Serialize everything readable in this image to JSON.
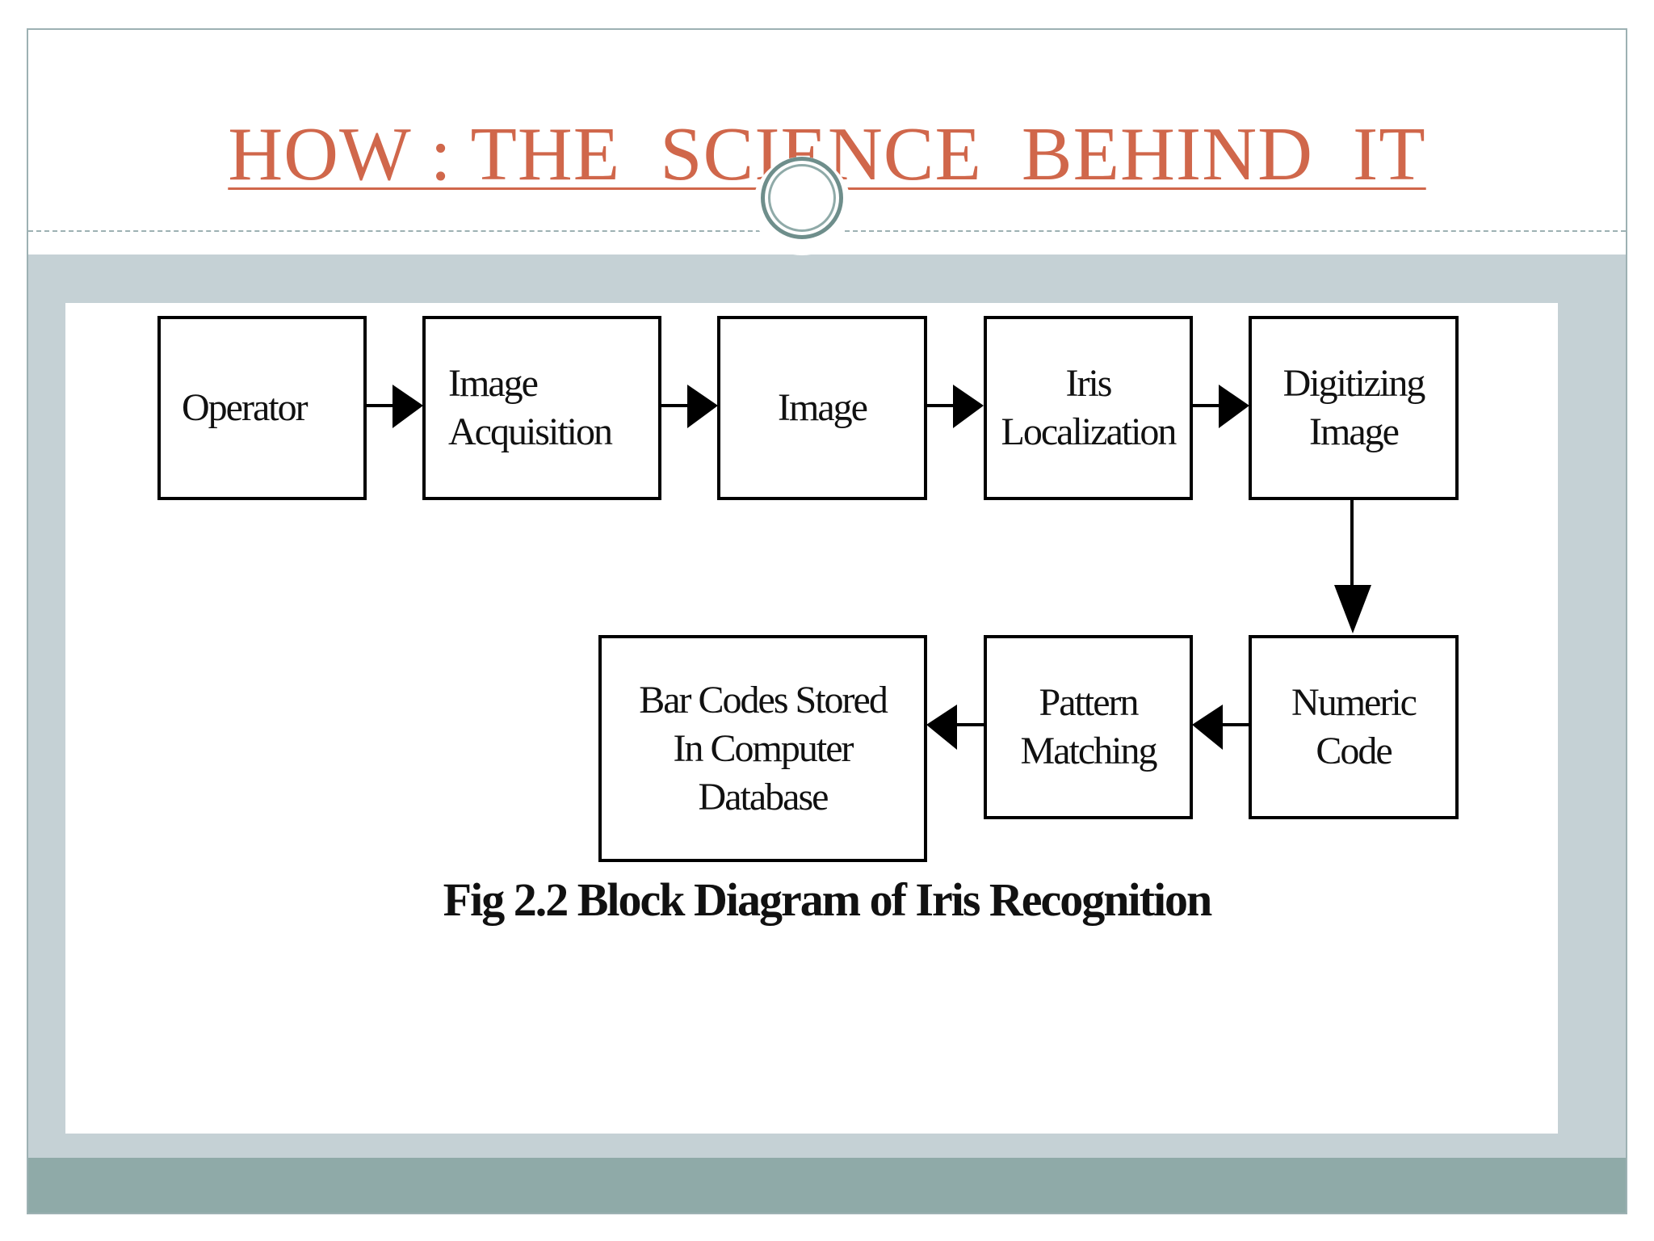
{
  "slide": {
    "title": "HOW : THE  SCIENCE  BEHIND  IT"
  },
  "diagram": {
    "nodes": [
      {
        "id": "operator",
        "label": "Operator"
      },
      {
        "id": "image_acquisition",
        "label": "Image\nAcquisition"
      },
      {
        "id": "image",
        "label": "Image"
      },
      {
        "id": "iris_localization",
        "label": "Iris\nLocalization"
      },
      {
        "id": "digitizing_image",
        "label": "Digitizing\nImage"
      },
      {
        "id": "numeric_code",
        "label": "Numeric\nCode"
      },
      {
        "id": "pattern_matching",
        "label": "Pattern\nMatching"
      },
      {
        "id": "bar_codes",
        "label": "Bar Codes Stored\nIn Computer\nDatabase"
      }
    ],
    "edges": [
      {
        "from": "operator",
        "to": "image_acquisition"
      },
      {
        "from": "image_acquisition",
        "to": "image"
      },
      {
        "from": "image",
        "to": "iris_localization"
      },
      {
        "from": "iris_localization",
        "to": "digitizing_image"
      },
      {
        "from": "digitizing_image",
        "to": "numeric_code"
      },
      {
        "from": "numeric_code",
        "to": "pattern_matching"
      },
      {
        "from": "pattern_matching",
        "to": "bar_codes"
      }
    ],
    "caption": "Fig 2.2 Block Diagram of Iris Recognition"
  },
  "colors": {
    "title": "#d0674b",
    "band": "#c5d1d5",
    "footer": "#8faaa8",
    "ring": "#6e8e8b"
  }
}
